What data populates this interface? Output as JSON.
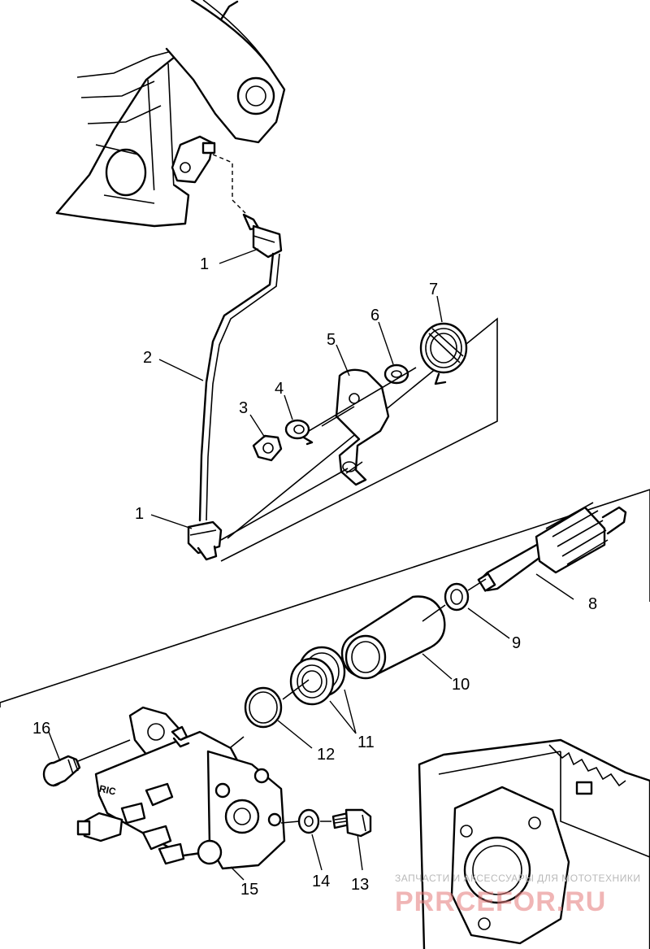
{
  "callouts": {
    "c1a": "1",
    "c1b": "1",
    "c2": "2",
    "c3": "3",
    "c4": "4",
    "c5": "5",
    "c6": "6",
    "c7": "7",
    "c8": "8",
    "c9": "9",
    "c10": "10",
    "c11": "11",
    "c12": "12",
    "c13": "13",
    "c14": "14",
    "c15": "15",
    "c16": "16"
  },
  "pump_marking": "RIC",
  "watermark": {
    "top_line": "ЗАПЧАСТИ И АКСЕССУАРЫ ДЛЯ МОТОТЕХНИКИ",
    "brand": "PRRCEFOR.RU"
  }
}
